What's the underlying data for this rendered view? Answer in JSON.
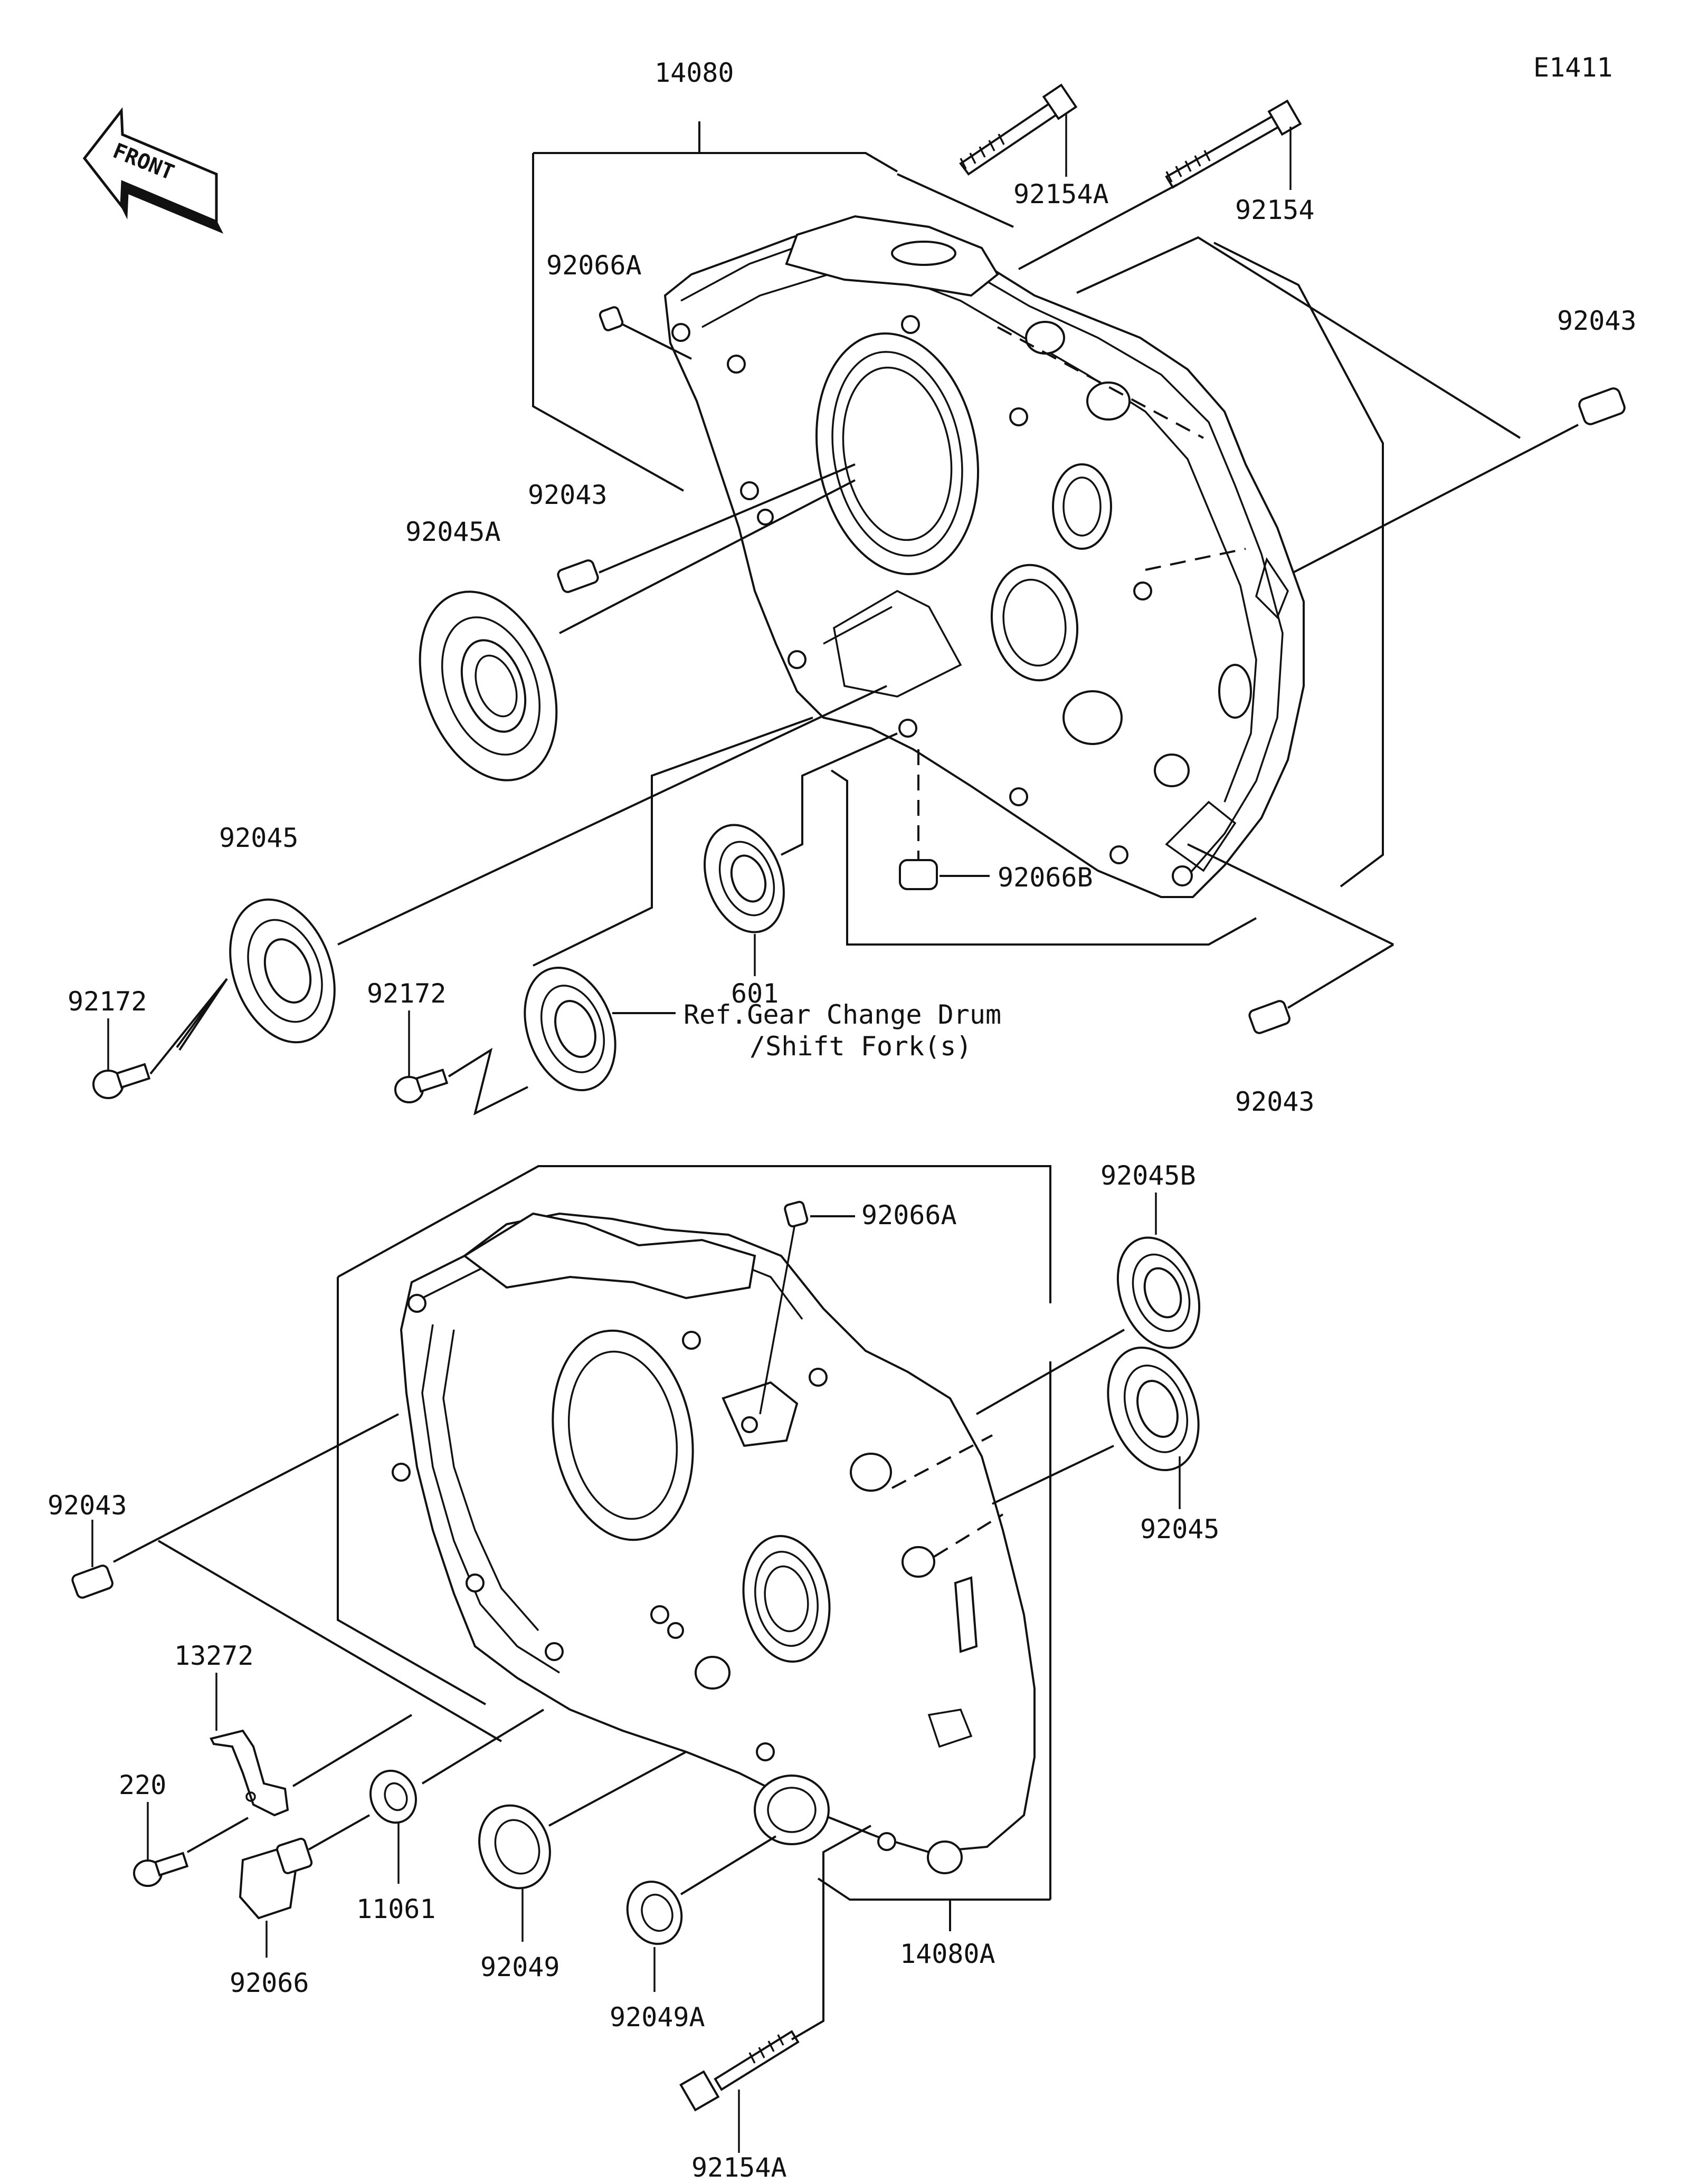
{
  "diagram_code": "E1411",
  "front_label": "FRONT",
  "labels": {
    "p14080": "14080",
    "p14080A": "14080A",
    "p92154A_top": "92154A",
    "p92154": "92154",
    "p92154A_bottom": "92154A",
    "p92066A_top": "92066A",
    "p92066A_bottom": "92066A",
    "p92066B": "92066B",
    "p92043_right": "92043",
    "p92043_mid": "92043",
    "p92043_lowright": "92043",
    "p92043_left": "92043",
    "p92045A": "92045A",
    "p92045": "92045",
    "p92045_right": "92045",
    "p92045B": "92045B",
    "p92172_left": "92172",
    "p92172_mid": "92172",
    "p601": "601",
    "ref_line1": "Ref.Gear Change Drum",
    "ref_line2": "/Shift Fork(s)",
    "p13272": "13272",
    "p220": "220",
    "p92066": "92066",
    "p11061": "11061",
    "p92049": "92049",
    "p92049A": "92049A"
  }
}
